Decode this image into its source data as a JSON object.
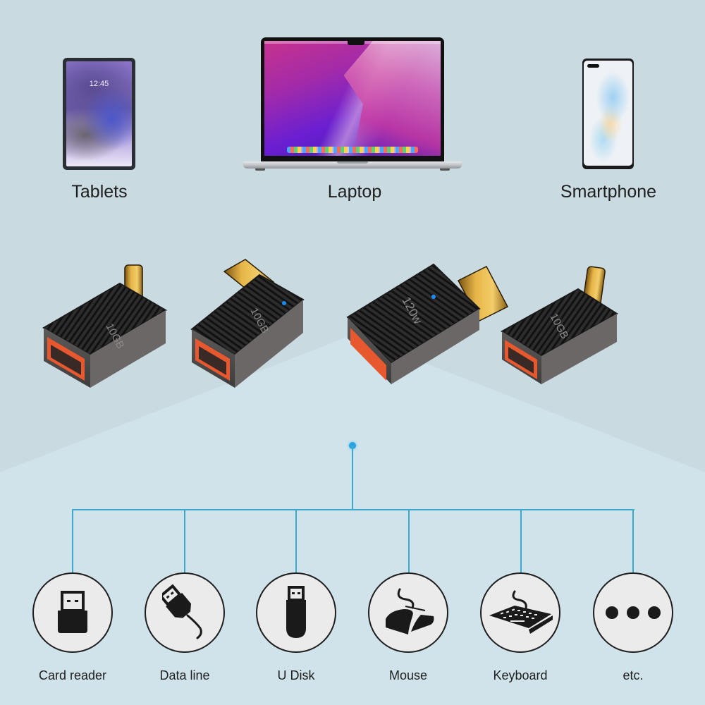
{
  "colors": {
    "background_top": "#c9dbe1",
    "background_spotlight": "#d0e3ea",
    "connector_line": "#3aa8cf",
    "root_dot": "#2aa3e0",
    "icon_circle_fill": "#ebebeb",
    "icon_fill": "#1a1a1a",
    "adapter_body": "#3b3a3a",
    "usb_port": "#e8582e",
    "gold_plug": "#d8a534",
    "indicator_led": "#1a8cff"
  },
  "devices": [
    {
      "id": "tablet",
      "label": "Tablets",
      "screen_time": "12:45"
    },
    {
      "id": "laptop",
      "label": "Laptop"
    },
    {
      "id": "smartphone",
      "label": "Smartphone"
    }
  ],
  "adapters": [
    {
      "id": "adapter-1",
      "marking": "10GB",
      "style": "u-shape-vertical-plug",
      "led": false
    },
    {
      "id": "adapter-2",
      "marking": "10GB",
      "style": "side-angle-plug",
      "led": true
    },
    {
      "id": "adapter-3",
      "marking": "120w",
      "style": "straight-plug",
      "led": true
    },
    {
      "id": "adapter-4",
      "marking": "10GB",
      "style": "u-shape-vertical-plug",
      "led": false
    }
  ],
  "accessories": [
    {
      "id": "card-reader",
      "label": "Card reader",
      "icon": "card-reader-icon"
    },
    {
      "id": "data-line",
      "label": "Data line",
      "icon": "usb-cable-icon"
    },
    {
      "id": "u-disk",
      "label": "U Disk",
      "icon": "usb-flash-drive-icon"
    },
    {
      "id": "mouse",
      "label": "Mouse",
      "icon": "mouse-icon"
    },
    {
      "id": "keyboard",
      "label": "Keyboard",
      "icon": "keyboard-icon"
    },
    {
      "id": "etc",
      "label": "etc.",
      "icon": "more-dots-icon"
    }
  ]
}
